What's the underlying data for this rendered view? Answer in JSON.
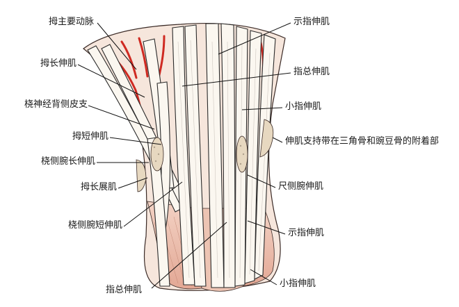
{
  "labels": {
    "left": [
      "拇主要动脉",
      "拇长伸肌",
      "桡神经背侧皮支",
      "拇短伸肌",
      "桡侧腕长伸肌",
      "拇长展肌",
      "桡侧腕短伸肌"
    ],
    "right": [
      "示指伸肌",
      "指总伸肌",
      "小指伸肌",
      "伸肌支持带在三角骨和豌豆骨的附着部",
      "尺侧腕伸肌",
      "示指伸肌",
      "小指伸肌"
    ],
    "bottom": "指总伸肌"
  },
  "colors": {
    "tendon": "#fbf7f0",
    "tendon_outline": "#2a2a2a",
    "muscle": "#eab9a8",
    "artery": "#cf2a22",
    "leader": "#111111",
    "bone": "#e7d8c0"
  }
}
